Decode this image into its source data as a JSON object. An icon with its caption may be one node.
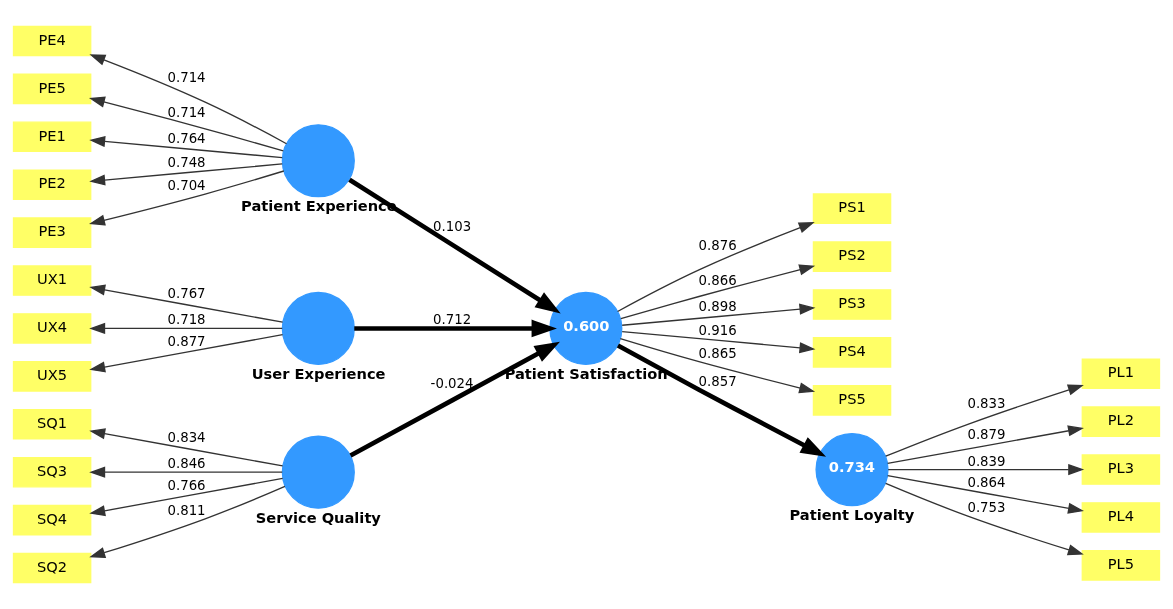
{
  "diagram": {
    "nodes": [
      {
        "text": [
          "SQ1"
        ]
      },
      {
        "text": [
          "SQ2"
        ]
      },
      {
        "text": [
          "SQ3"
        ]
      },
      {
        "text": [
          "SQ4"
        ]
      },
      {
        "text": [],
        "shape": "circle",
        "beside": [
          "Service Quality"
        ]
      },
      {
        "text": [
          "PS1"
        ]
      },
      {
        "text": [
          "PS2"
        ]
      },
      {
        "text": [
          "PS3"
        ]
      },
      {
        "text": [
          "PS4"
        ]
      },
      {
        "text": [
          "PS5"
        ]
      },
      {
        "text": [
          "PE1"
        ]
      },
      {
        "text": [
          "PE2"
        ]
      },
      {
        "text": [
          "PE3"
        ]
      },
      {
        "text": [
          "PE4"
        ]
      },
      {
        "text": [
          "PE5"
        ]
      },
      {
        "text": [],
        "shape": "circle",
        "beside": [
          "Patient Experience"
        ]
      },
      {
        "text": [
          "0.600"
        ],
        "beside": [
          "Patient Satisfaction"
        ]
      },
      {
        "text": [
          "0.734"
        ],
        "beside": [
          "Patient Loyalty"
        ]
      },
      {
        "text": [
          "PL1"
        ]
      },
      {
        "text": [
          "PL2"
        ]
      },
      {
        "text": [
          "PL3"
        ]
      },
      {
        "text": [
          "PL4"
        ]
      },
      {
        "text": [
          "PL5"
        ]
      },
      {
        "text": [
          "UX1"
        ]
      },
      {
        "text": [
          "UX4"
        ]
      },
      {
        "text": [
          "UX5"
        ]
      },
      {
        "text": [],
        "shape": "circle",
        "beside": [
          "User Experience"
        ]
      }
    ],
    "edges": [
      {
        "from": 4,
        "to": 0,
        "arrow": "to",
        "label": "0.834"
      },
      {
        "from": 4,
        "to": 1,
        "arrow": "to",
        "label": "0.811"
      },
      {
        "from": 4,
        "to": 2,
        "arrow": "to",
        "label": "0.846"
      },
      {
        "from": 4,
        "to": 3,
        "arrow": "to",
        "label": "0.766"
      },
      {
        "from": 15,
        "to": 10,
        "arrow": "to",
        "label": "0.764"
      },
      {
        "from": 15,
        "to": 11,
        "arrow": "to",
        "label": "0.748"
      },
      {
        "from": 15,
        "to": 12,
        "arrow": "to",
        "label": "0.704"
      },
      {
        "from": 15,
        "to": 13,
        "arrow": "to",
        "label": "0.714"
      },
      {
        "from": 15,
        "to": 14,
        "arrow": "to",
        "label": "0.714"
      },
      {
        "from": 26,
        "to": 23,
        "arrow": "to",
        "label": "0.767"
      },
      {
        "from": 26,
        "to": 24,
        "arrow": "to",
        "label": "0.718"
      },
      {
        "from": 26,
        "to": 25,
        "arrow": "to",
        "label": "0.877"
      },
      {
        "from": 4,
        "to": 16,
        "arrow": "to",
        "label": "-0.024",
        "style": "thick"
      },
      {
        "from": 15,
        "to": 16,
        "arrow": "to",
        "label": "0.103",
        "style": "thick"
      },
      {
        "from": 26,
        "to": 16,
        "arrow": "to",
        "label": "0.712",
        "style": "thick"
      },
      {
        "from": 16,
        "to": 5,
        "arrow": "to",
        "label": "0.876"
      },
      {
        "from": 16,
        "to": 6,
        "arrow": "to",
        "label": "0.866"
      },
      {
        "from": 16,
        "to": 7,
        "arrow": "to",
        "label": "0.898"
      },
      {
        "from": 16,
        "to": 8,
        "arrow": "to",
        "label": "0.916"
      },
      {
        "from": 16,
        "to": 9,
        "arrow": "to",
        "label": "0.865"
      },
      {
        "from": 16,
        "to": 17,
        "arrow": "to",
        "label": "0.857",
        "style": "thick"
      },
      {
        "from": 17,
        "to": 18,
        "arrow": "to",
        "label": "0.833"
      },
      {
        "from": 17,
        "to": 19,
        "arrow": "to",
        "label": "0.879"
      },
      {
        "from": 17,
        "to": 20,
        "arrow": "to",
        "label": "0.839"
      },
      {
        "from": 17,
        "to": 21,
        "arrow": "to",
        "label": "0.864"
      },
      {
        "from": 17,
        "to": 22,
        "arrow": "to",
        "label": "0.753"
      }
    ]
  }
}
